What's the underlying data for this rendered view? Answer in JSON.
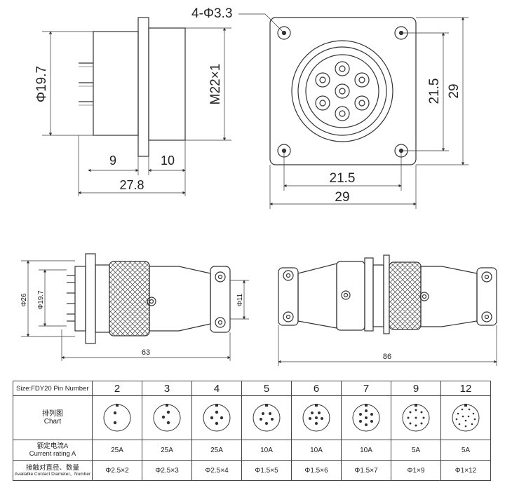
{
  "top_side": {
    "dia": "Φ19.7",
    "thread": "M22×1",
    "d9": "9",
    "d10": "10",
    "len": "27.8"
  },
  "top_front": {
    "holes": "4-Φ3.3",
    "inner_h": "21.5",
    "outer_h": "29",
    "inner_w": "21.5",
    "outer_w": "29"
  },
  "plug_side": {
    "d26": "Φ26",
    "d197": "Φ19.7",
    "d11": "Φ11",
    "len": "63"
  },
  "plug_full": {
    "len": "86"
  },
  "table": {
    "title": "Size:FDY20 Pin Number",
    "row_chart_cn": "排列图",
    "row_chart_en": "Chart",
    "row_current_cn": "额定电流A",
    "row_current_en": "Current rating A",
    "row_contact_cn": "接触对直径、数量",
    "row_contact_en": "Available Contact Diameter、Number",
    "columns": [
      {
        "pins": "2",
        "current": "25A",
        "contact": "Φ2.5×2"
      },
      {
        "pins": "3",
        "current": "25A",
        "contact": "Φ2.5×3"
      },
      {
        "pins": "4",
        "current": "25A",
        "contact": "Φ2.5×4"
      },
      {
        "pins": "5",
        "current": "10A",
        "contact": "Φ1.5×5"
      },
      {
        "pins": "6",
        "current": "10A",
        "contact": "Φ1.5×6"
      },
      {
        "pins": "7",
        "current": "10A",
        "contact": "Φ1.5×7"
      },
      {
        "pins": "9",
        "current": "5A",
        "contact": "Φ1×9"
      },
      {
        "pins": "12",
        "current": "5A",
        "contact": "Φ1×12"
      }
    ]
  }
}
